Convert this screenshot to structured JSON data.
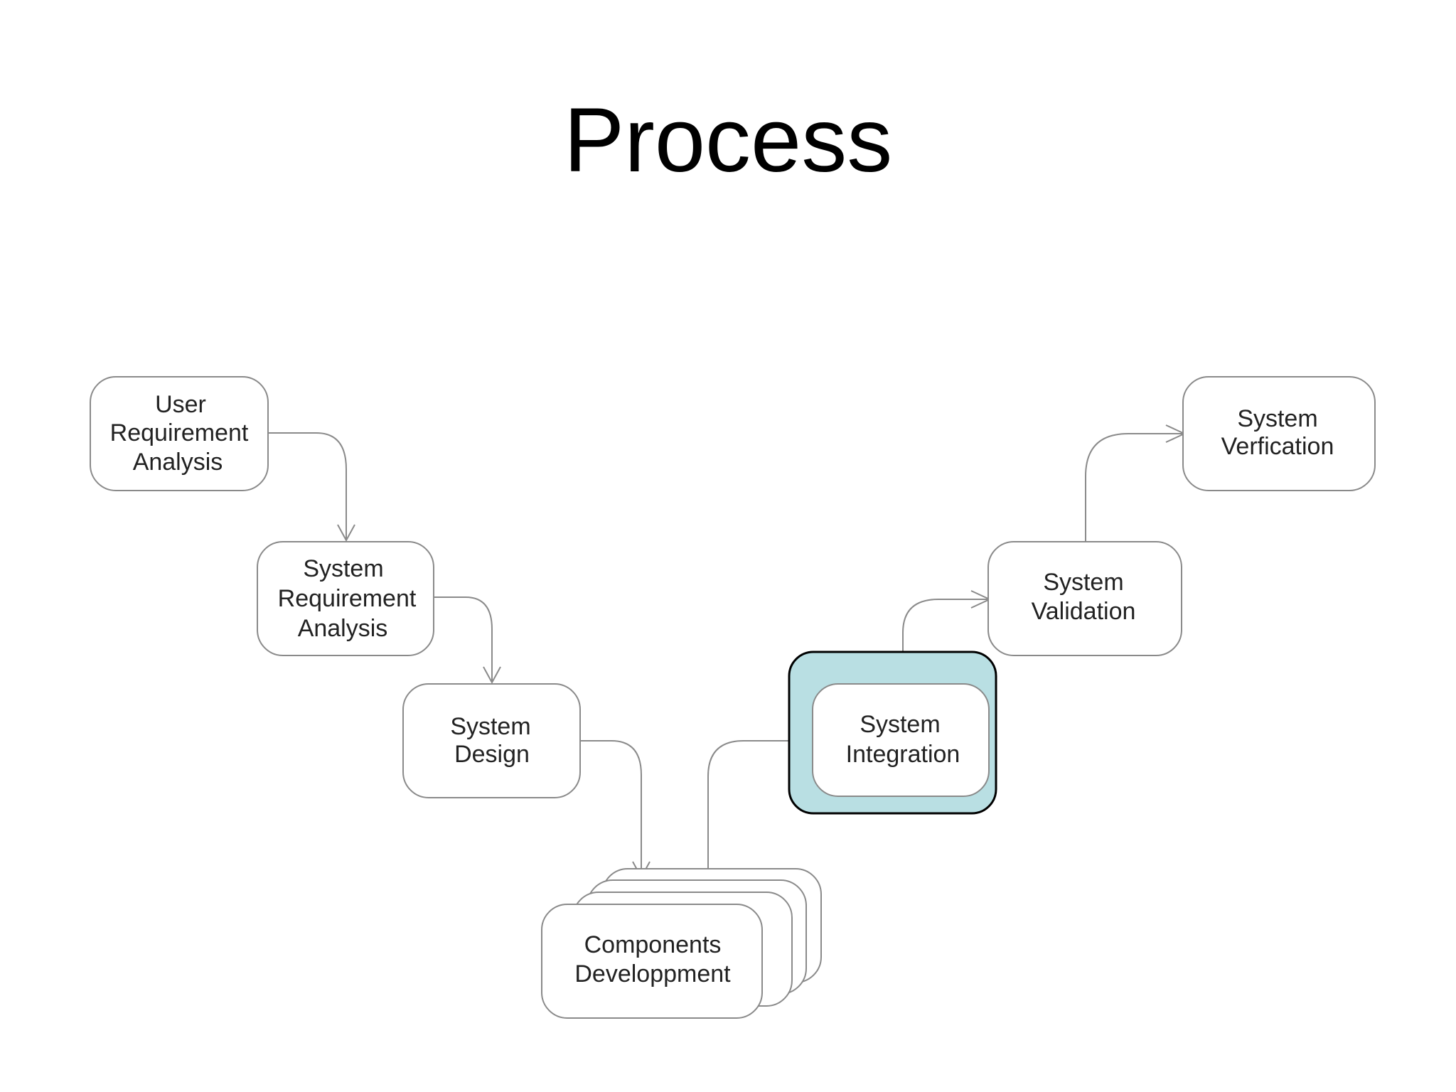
{
  "title": "Process",
  "colors": {
    "highlight_fill": "#b9dfe3",
    "box_stroke": "#8a8a8a",
    "text": "#222222"
  },
  "nodes": {
    "user_requirement_analysis": [
      "User",
      "Requirement",
      "Analysis"
    ],
    "system_requirement_analysis": [
      "System",
      "Requirement",
      "Analysis"
    ],
    "system_design": [
      "System",
      "Design"
    ],
    "components_development": [
      "Components",
      "Developpment"
    ],
    "system_integration": [
      "System",
      "Integration"
    ],
    "system_validation": [
      "System",
      "Validation"
    ],
    "system_verification": [
      "System",
      "Verfication"
    ]
  },
  "highlighted_node": "system_integration"
}
